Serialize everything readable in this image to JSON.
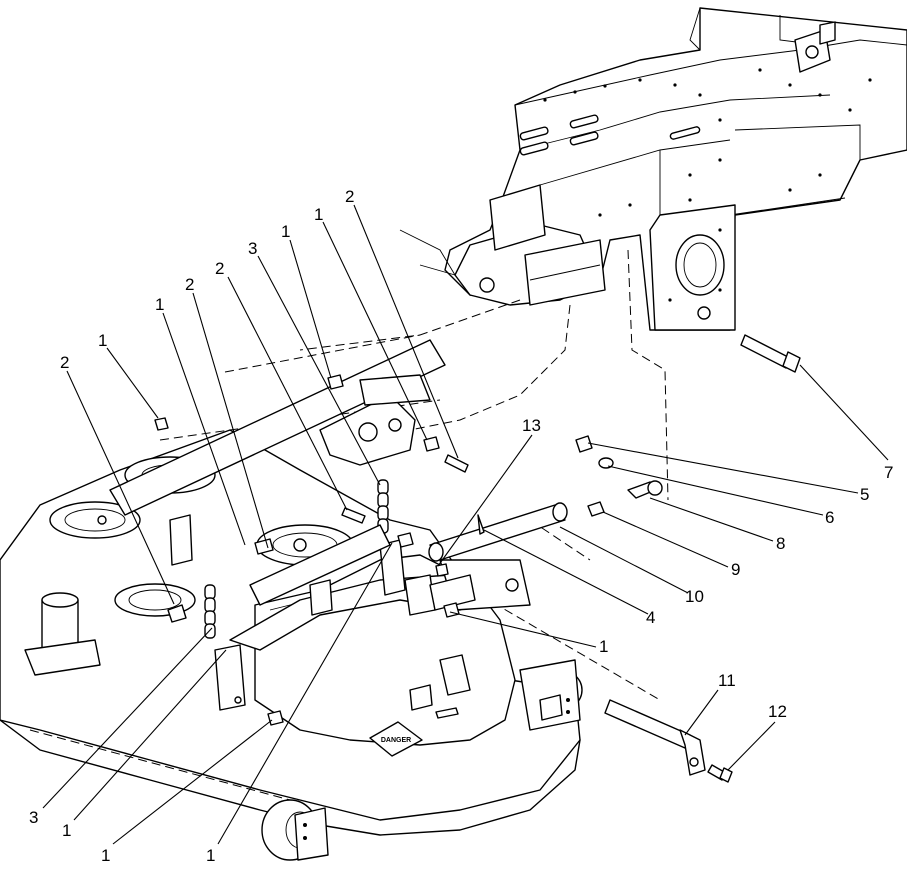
{
  "callouts": [
    {
      "label": "1"
    },
    {
      "label": "2"
    },
    {
      "label": "1"
    },
    {
      "label": "2"
    },
    {
      "label": "2"
    },
    {
      "label": "3"
    },
    {
      "label": "1"
    },
    {
      "label": "1"
    },
    {
      "label": "2"
    },
    {
      "label": "13"
    },
    {
      "label": "7"
    },
    {
      "label": "5"
    },
    {
      "label": "6"
    },
    {
      "label": "8"
    },
    {
      "label": "9"
    },
    {
      "label": "10"
    },
    {
      "label": "4"
    },
    {
      "label": "1"
    },
    {
      "label": "11"
    },
    {
      "label": "12"
    },
    {
      "label": "3"
    },
    {
      "label": "1"
    },
    {
      "label": "1"
    },
    {
      "label": "1"
    }
  ],
  "decal": {
    "text": "DANGER"
  }
}
